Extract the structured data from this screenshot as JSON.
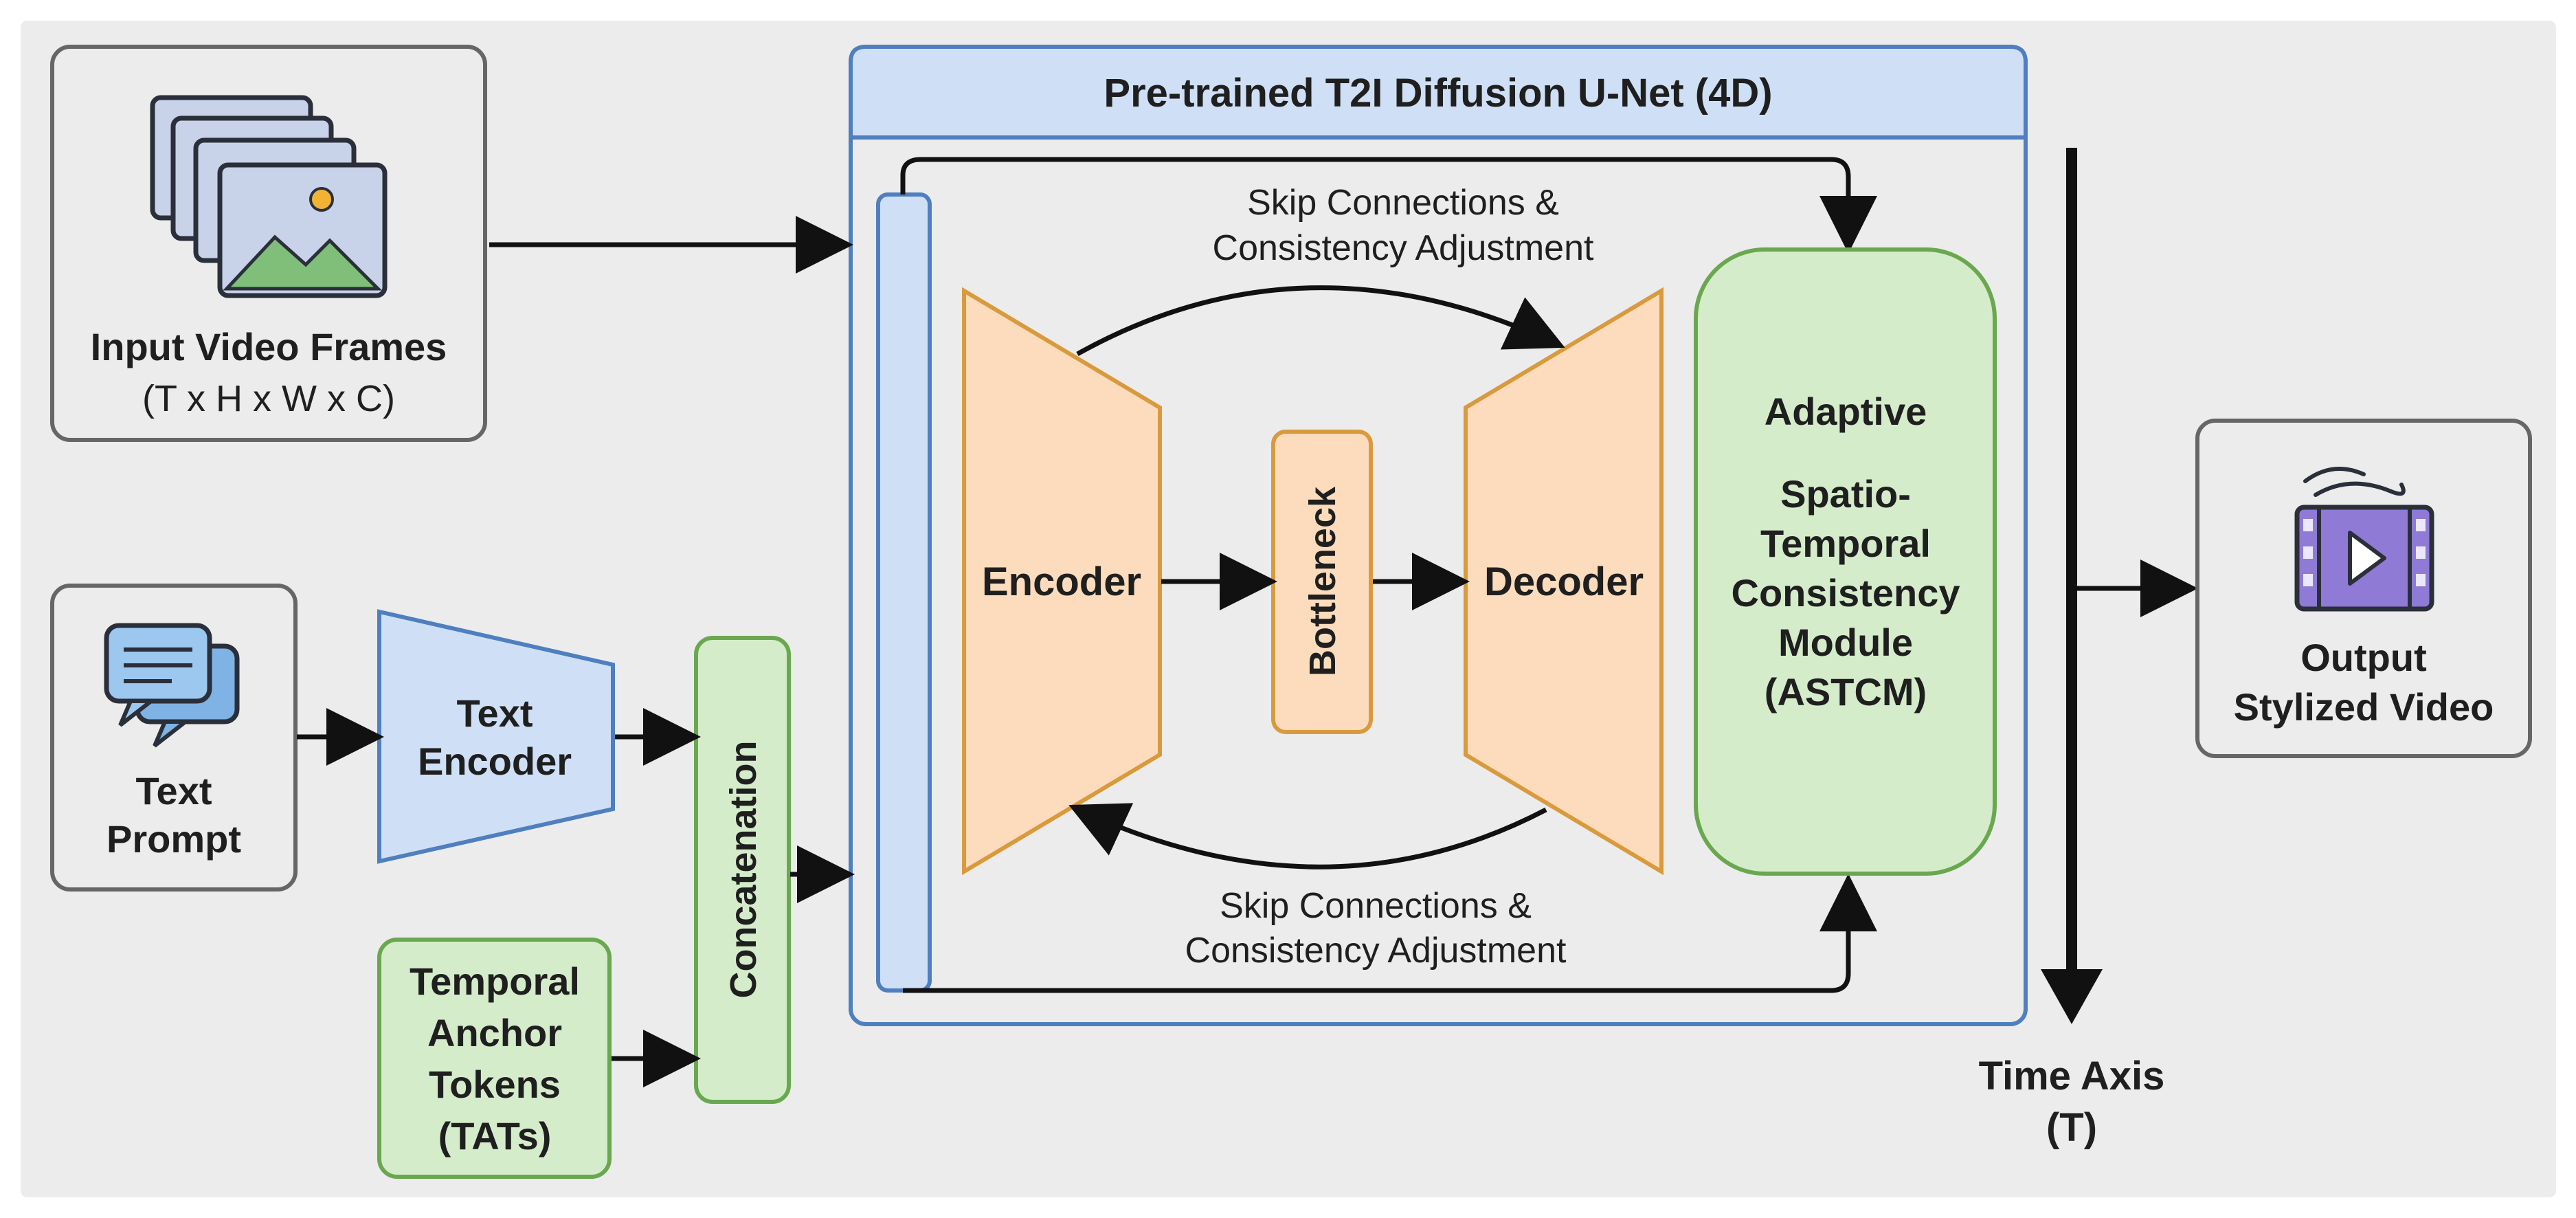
{
  "input_frames": {
    "title": "Input Video Frames",
    "dims": "(T x H x W x C)"
  },
  "text_prompt": {
    "line1": "Text",
    "line2": "Prompt"
  },
  "text_encoder": {
    "line1": "Text",
    "line2": "Encoder"
  },
  "temporal_anchor": {
    "line1": "Temporal",
    "line2": "Anchor",
    "line3": "Tokens",
    "line4": "(TATs)"
  },
  "concatenation": {
    "label": "Concatenation"
  },
  "unet": {
    "title": "Pre-trained T2I Diffusion U-Net (4D)"
  },
  "skip_top": {
    "line1": "Skip Connections &",
    "line2": "Consistency Adjustment"
  },
  "skip_bottom": {
    "line1": "Skip Connections &",
    "line2": "Consistency Adjustment"
  },
  "encoder": {
    "label": "Encoder"
  },
  "bottleneck": {
    "label": "Bottleneck"
  },
  "decoder": {
    "label": "Decoder"
  },
  "astcm": {
    "line1": "Adaptive",
    "line2": "Spatio-",
    "line3": "Temporal",
    "line4": "Consistency",
    "line5": "Module",
    "line6": "(ASTCM)"
  },
  "time_axis": {
    "line1": "Time Axis",
    "line2": "(T)"
  },
  "output": {
    "line1": "Output",
    "line2": "Stylized Video"
  },
  "icons": {
    "frames": "image-stack-icon",
    "prompt": "chat-bubbles-icon",
    "video": "film-play-icon"
  },
  "colors": {
    "background": "#ececec",
    "blue_fill": "#cfe0f6",
    "blue_stroke": "#4f7fbf",
    "orange_fill": "#fcdcbc",
    "orange_stroke": "#d99a3e",
    "green_fill": "#d5eccb",
    "green_stroke": "#6aa84f",
    "gray_stroke": "#666666",
    "arrow": "#111111"
  }
}
